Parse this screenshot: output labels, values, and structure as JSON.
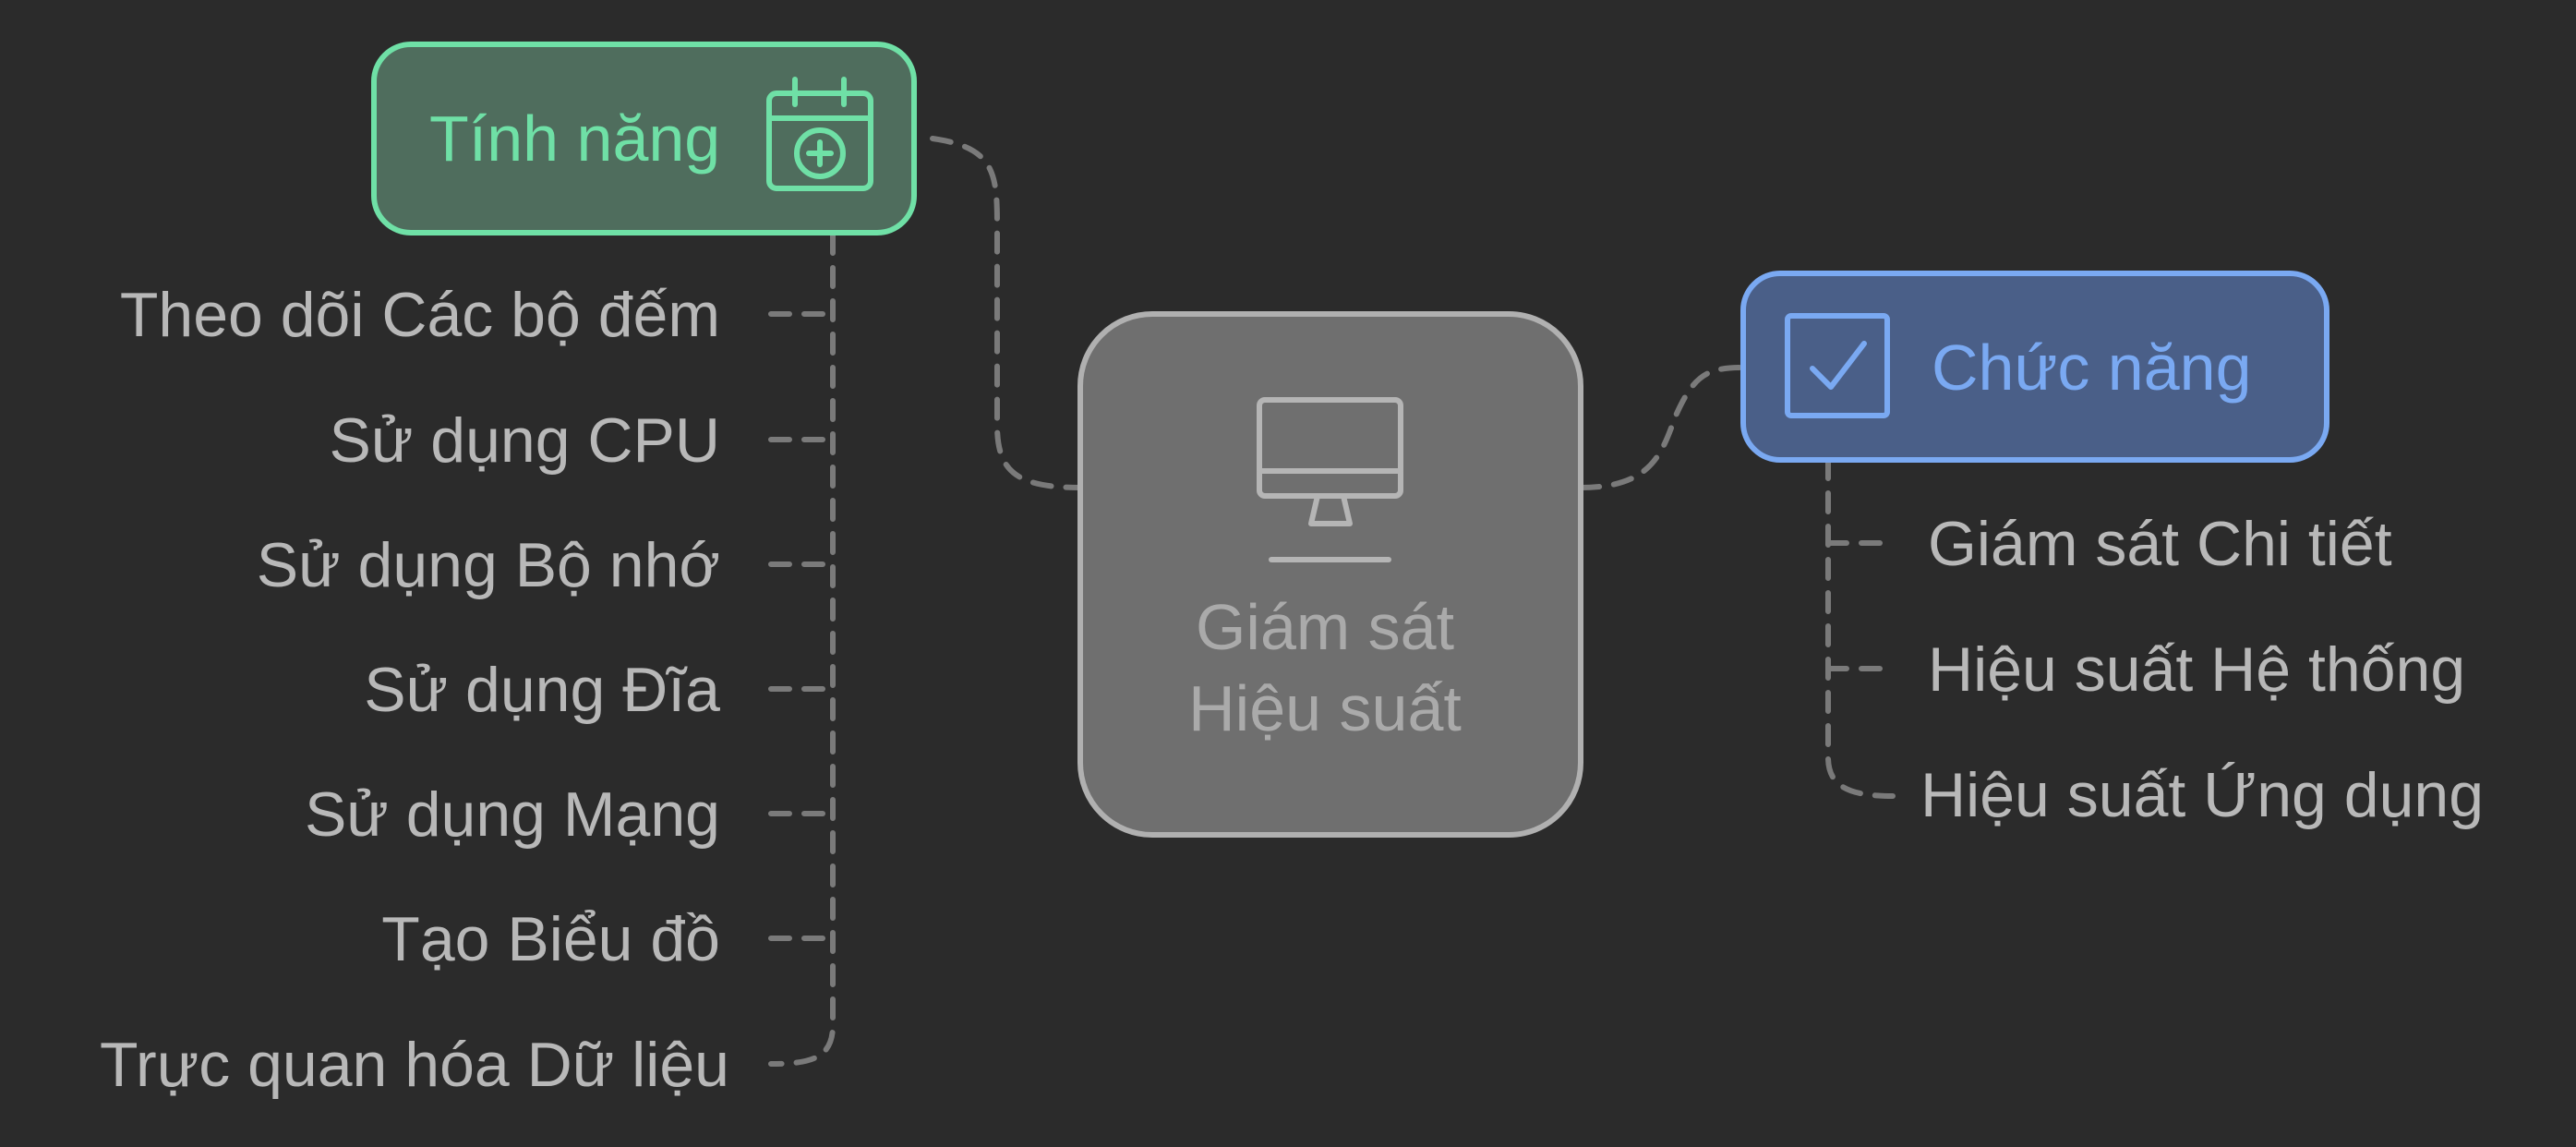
{
  "center": {
    "lines": [
      "Giám sát",
      "Hiệu suất"
    ],
    "icon": "monitor-icon"
  },
  "features": {
    "label": "Tính năng",
    "icon": "calendar-add-icon",
    "items": [
      "Theo dõi Các bộ đếm",
      "Sử dụng CPU",
      "Sử dụng Bộ nhớ",
      "Sử dụng Đĩa",
      "Sử dụng Mạng",
      "Tạo Biểu đồ",
      "Trực quan hóa Dữ liệu"
    ]
  },
  "functions": {
    "label": "Chức năng",
    "icon": "checkbox-checked-icon",
    "items": [
      "Giám sát Chi tiết",
      "Hiệu suất Hệ thống",
      "Hiệu suất Ứng dụng"
    ]
  },
  "colors": {
    "background": "#2b2b2b",
    "center_fill": "#6f6f6f",
    "center_stroke": "#b0b0b0",
    "features_fill": "#4f6d5d",
    "features_stroke": "#6fe0a6",
    "functions_fill": "#4a5f88",
    "functions_stroke": "#7aa9f2",
    "connector": "#7a7a7a",
    "leaf_text": "#b8b8b8"
  }
}
